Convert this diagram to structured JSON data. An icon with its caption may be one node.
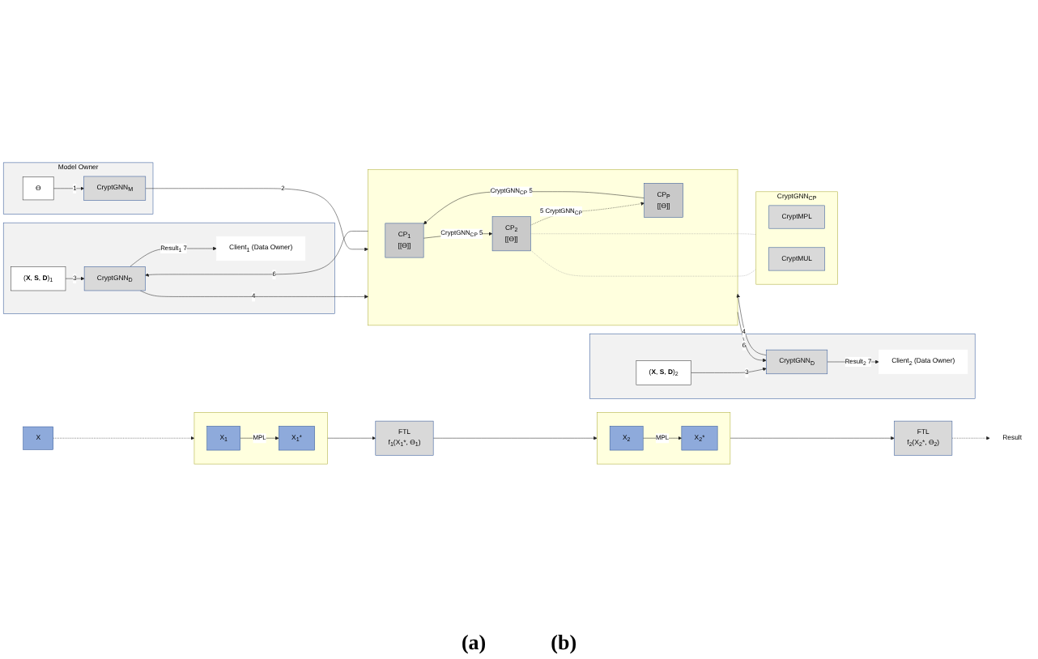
{
  "diagram": {
    "nodes": [
      {
        "text": [
          "X"
        ]
      },
      {
        "text": [],
        "shape": "box"
      },
      {
        "text": [
          "X$_{1}$"
        ],
        "in": 1
      },
      {
        "text": [
          "X$_{1}$*"
        ],
        "in": 1
      },
      {
        "text": [
          "FTL",
          "f$_{1}$(X$_{1}$*, ϴ$_{1}$)"
        ]
      },
      {
        "text": [],
        "shape": "box"
      },
      {
        "text": [
          "X$_{2}$"
        ],
        "in": 5
      },
      {
        "text": [
          "X$_{2}$*"
        ],
        "in": 5
      },
      {
        "text": [
          "FTL",
          "f$_{2}$(X$_{2}$*, ϴ$_{2}$)"
        ]
      },
      {
        "text": [
          "Result"
        ]
      },
      {
        "text": [],
        "shape": "box"
      },
      {
        "text": [
          "(**X**, **S**, **D**)$_{1}$"
        ],
        "in": 10
      },
      {
        "text": [
          "CryptGNN$_{D}$"
        ],
        "in": 10
      },
      {
        "text": [
          "Client$_{1}$ (Data Owner)"
        ],
        "in": 10
      },
      {
        "text": [],
        "shape": "box"
      },
      {
        "text": [
          "(**X**, **S**, **D**)$_{2}$"
        ],
        "in": 14
      },
      {
        "text": [
          "CryptGNN$_{D}$"
        ],
        "in": 14
      },
      {
        "text": [
          "Client$_{2}$ (Data Owner)"
        ],
        "in": 14
      },
      {
        "text": [
          "Model Owner"
        ]
      },
      {
        "text": [
          "CryptGNN$_{M}$"
        ],
        "in": 18
      },
      {
        "text": [
          "ϴ"
        ],
        "in": 18
      },
      {
        "text": [],
        "shape": "cloud"
      },
      {
        "text": [
          "CP$_{1}$",
          "[[ϴ]]"
        ],
        "in": 21
      },
      {
        "text": [
          "CP$_{P}$",
          "[[ϴ]]"
        ],
        "in": 21
      },
      {
        "text": [
          "CP$_{2}$",
          "[[ϴ]]"
        ],
        "in": 21
      },
      {
        "text": [
          "CryptGNN$_{CP}$"
        ]
      },
      {
        "text": [
          "CryptMPL"
        ],
        "in": 25
      },
      {
        "text": [
          "CryptMUL"
        ],
        "in": 25
      }
    ],
    "edges": [
      {
        "from": 0,
        "to": 1,
        "arrow": "to",
        "style": "dashed"
      },
      {
        "from": 2,
        "to": 3,
        "arrow": "to",
        "label": "MPL"
      },
      {
        "from": 1,
        "to": 4,
        "arrow": "to"
      },
      {
        "from": 4,
        "to": 5,
        "arrow": "to"
      },
      {
        "from": 6,
        "to": 7,
        "arrow": "to",
        "label": "MPL"
      },
      {
        "from": 5,
        "to": 8,
        "arrow": "to"
      },
      {
        "from": 8,
        "to": 9,
        "arrow": "to",
        "style": "dashed"
      },
      {
        "from": 11,
        "to": 12,
        "arrow": "to",
        "label": "3"
      },
      {
        "from": 12,
        "to": 13,
        "arrow": "to",
        "label": "Result$_{1}$ 7"
      },
      {
        "from": 12,
        "to": 21,
        "arrow": "to",
        "label": "4"
      },
      {
        "from": 21,
        "to": 12,
        "arrow": "to",
        "label": "6"
      },
      {
        "from": 15,
        "to": 16,
        "arrow": "to",
        "label": "3"
      },
      {
        "from": 16,
        "to": 17,
        "arrow": "to",
        "label": "Result$_{2}$ 7"
      },
      {
        "from": 16,
        "to": 21,
        "arrow": "to",
        "label": "4"
      },
      {
        "from": 21,
        "to": 16,
        "arrow": "to",
        "label": "6"
      },
      {
        "from": 20,
        "to": 19,
        "arrow": "to",
        "label": "1"
      },
      {
        "from": 19,
        "to": 21,
        "arrow": "to",
        "label": "2"
      },
      {
        "from": 23,
        "to": 22,
        "arrow": "to",
        "label": "CryptGNN$_{CP}$ 5"
      },
      {
        "from": 22,
        "to": 24,
        "arrow": "to",
        "label": "CryptGNN$_{CP}$ 5"
      },
      {
        "from": 24,
        "to": 23,
        "arrow": "to",
        "style": "dashed",
        "label": "5 CryptGNN$_{CP}$"
      },
      {
        "from": 24,
        "to": 25,
        "arrow": "none",
        "style": "dashed",
        "color": "#999999"
      },
      {
        "from": 24,
        "to": 25,
        "arrow": "none",
        "style": "dashed",
        "color": "#999999"
      }
    ],
    "labels": [
      "(a)",
      "(b)"
    ]
  }
}
